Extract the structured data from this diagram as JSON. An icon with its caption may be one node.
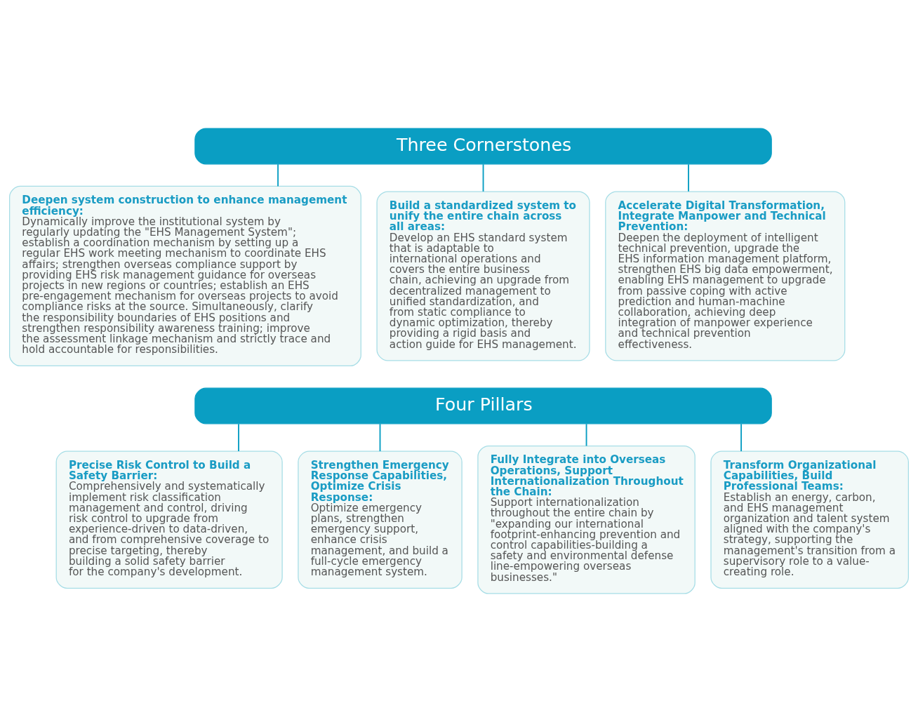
{
  "diagram": {
    "nodes": [
      {
        "text": [
          "Three Cornerstones"
        ]
      },
      {
        "text": [
          "Deepen system construction to enhance management efficiency:",
          "Dynamically improve the institutional system by regularly updating the \"EHS Management System\"; establish a coordination mechanism by setting up a regular EHS work meeting mechanism to coordinate EHS affairs; strengthen overseas compliance support by providing EHS risk management guidance for overseas projects in new regions or countries; establish an EHS pre-engagement mechanism for overseas projects to avoid compliance risks at the source. Simultaneously, clarify the responsibility boundaries of EHS positions and strengthen responsibility awareness training; improve the assessment linkage mechanism and strictly trace and hold accountable for responsibilities."
        ]
      },
      {
        "text": [
          "Build a standardized system to unify the entire chain across all areas:",
          "Develop an EHS standard system that is adaptable to international operations and covers the entire business chain, achieving an upgrade from decentralized management to unified standardization, and from static compliance to dynamic optimization, thereby providing a rigid basis and action guide for EHS management."
        ]
      },
      {
        "text": [
          "Accelerate Digital Transformation, Integrate Manpower and Technical Prevention:",
          "Deepen the deployment of intelligent technical prevention, upgrade the EHS information management platform, strengthen EHS big data empowerment, enabling EHS management to upgrade from passive coping with active prediction and human-machine collaboration, achieving deep integration of manpower experience and technical prevention effectiveness."
        ]
      },
      {
        "text": [
          "Four Pillars"
        ]
      },
      {
        "text": [
          "Precise Risk Control to Build a Safety Barrier:",
          "Comprehensively and systematically implement risk classification management and control, driving risk control to upgrade from experience-driven to data-driven, and from comprehensive coverage to precise targeting, thereby building a solid safety barrier for the company's development."
        ]
      },
      {
        "text": [
          "Strengthen Emergency Response Capabilities, Optimize Crisis Response:",
          "Optimize emergency plans, strengthen emergency support, enhance crisis management, and build a full-cycle emergency management system."
        ]
      },
      {
        "text": [
          "Fully Integrate into Overseas Operations, Support Internationalization Throughout the Chain:",
          "Support internationalization throughout the entire chain by \"expanding our international footprint-enhancing prevention and control capabilities-building a safety and environmental defense line-empowering overseas businesses.\""
        ]
      },
      {
        "text": [
          "Transform Organizational Capabilities, Build Professional Teams:",
          "Establish an energy, carbon, and EHS management organization and talent system aligned with the company's strategy, supporting the management's transition from a supervisory role to a value-creating role."
        ]
      }
    ],
    "edges": [
      {
        "from": 0,
        "to": 1,
        "arrow": "none"
      },
      {
        "from": 0,
        "to": 2,
        "arrow": "none"
      },
      {
        "from": 0,
        "to": 3,
        "arrow": "none"
      },
      {
        "from": 4,
        "to": 5,
        "arrow": "none"
      },
      {
        "from": 4,
        "to": 6,
        "arrow": "none"
      },
      {
        "from": 4,
        "to": 7,
        "arrow": "none"
      },
      {
        "from": 4,
        "to": 8,
        "arrow": "none"
      }
    ]
  }
}
